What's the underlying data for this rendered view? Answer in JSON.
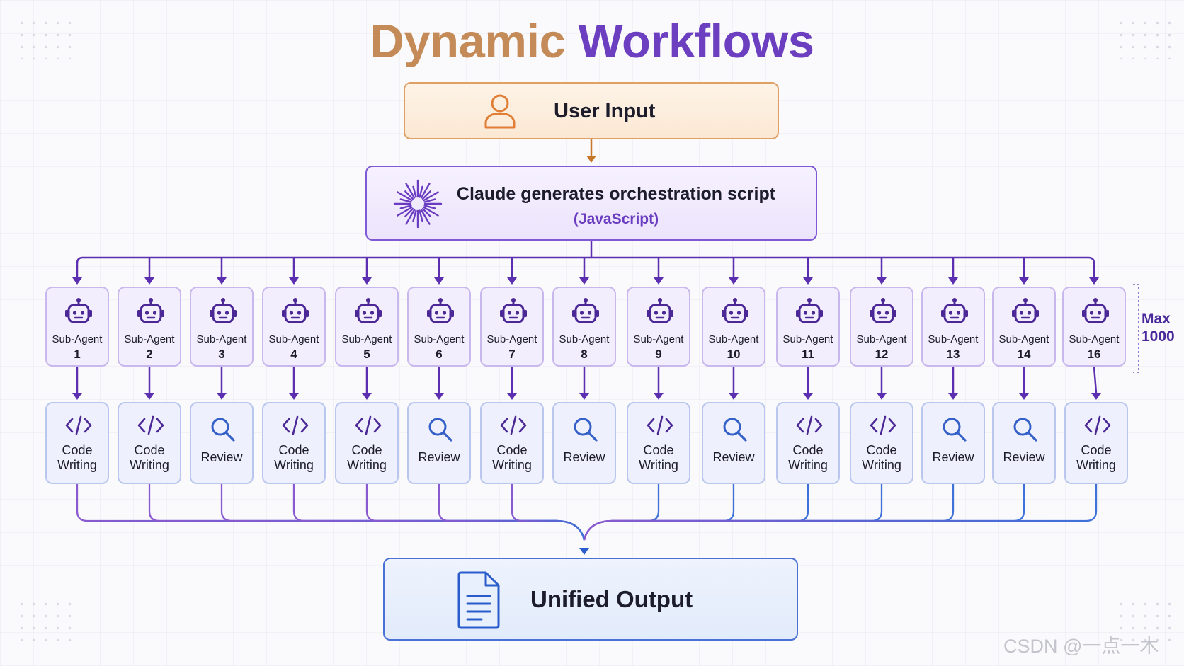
{
  "title": {
    "part1": "Dynamic",
    "part2": "Workflows"
  },
  "user_input": {
    "label": "User Input"
  },
  "orchestrator": {
    "title": "Claude generates orchestration script",
    "subtitle": "(JavaScript)"
  },
  "agents": [
    {
      "label": "Sub-Agent",
      "number": "1",
      "task": "Code Writing"
    },
    {
      "label": "Sub-Agent",
      "number": "2",
      "task": "Code Writing"
    },
    {
      "label": "Sub-Agent",
      "number": "3",
      "task": "Review"
    },
    {
      "label": "Sub-Agent",
      "number": "4",
      "task": "Code Writing"
    },
    {
      "label": "Sub-Agent",
      "number": "5",
      "task": "Code Writing"
    },
    {
      "label": "Sub-Agent",
      "number": "6",
      "task": "Review"
    },
    {
      "label": "Sub-Agent",
      "number": "7",
      "task": "Code Writing"
    },
    {
      "label": "Sub-Agent",
      "number": "8",
      "task": "Review"
    },
    {
      "label": "Sub-Agent",
      "number": "9",
      "task": "Code Writing"
    },
    {
      "label": "Sub-Agent",
      "number": "10",
      "task": "Review"
    },
    {
      "label": "Sub-Agent",
      "number": "11",
      "task": "Code Writing"
    },
    {
      "label": "Sub-Agent",
      "number": "12",
      "task": "Code Writing"
    },
    {
      "label": "Sub-Agent",
      "number": "13",
      "task": "Review"
    },
    {
      "label": "Sub-Agent",
      "number": "14",
      "task": "Review"
    },
    {
      "label": "Sub-Agent",
      "number": "16",
      "task": "Code Writing"
    }
  ],
  "max_label": {
    "line1": "Max",
    "line2": "1000"
  },
  "output": {
    "label": "Unified Output"
  },
  "watermark": "CSDN @一点一木",
  "icons": {
    "user": "user-icon",
    "orchestrator": "sparkle-icon",
    "agent": "robot-icon",
    "code": "code-icon",
    "review": "search-icon",
    "output": "document-icon"
  },
  "colors": {
    "title_warm": "#c48a58",
    "title_cool": "#6b3fc0",
    "user_border": "#e0a064",
    "user_arrow": "#c7772a",
    "orchestrator_border": "#7f5ad4",
    "agent_icon": "#4b2896",
    "review_icon": "#3460c8",
    "output_border": "#4a72d4",
    "output_arrow": "#2a5ccc"
  }
}
